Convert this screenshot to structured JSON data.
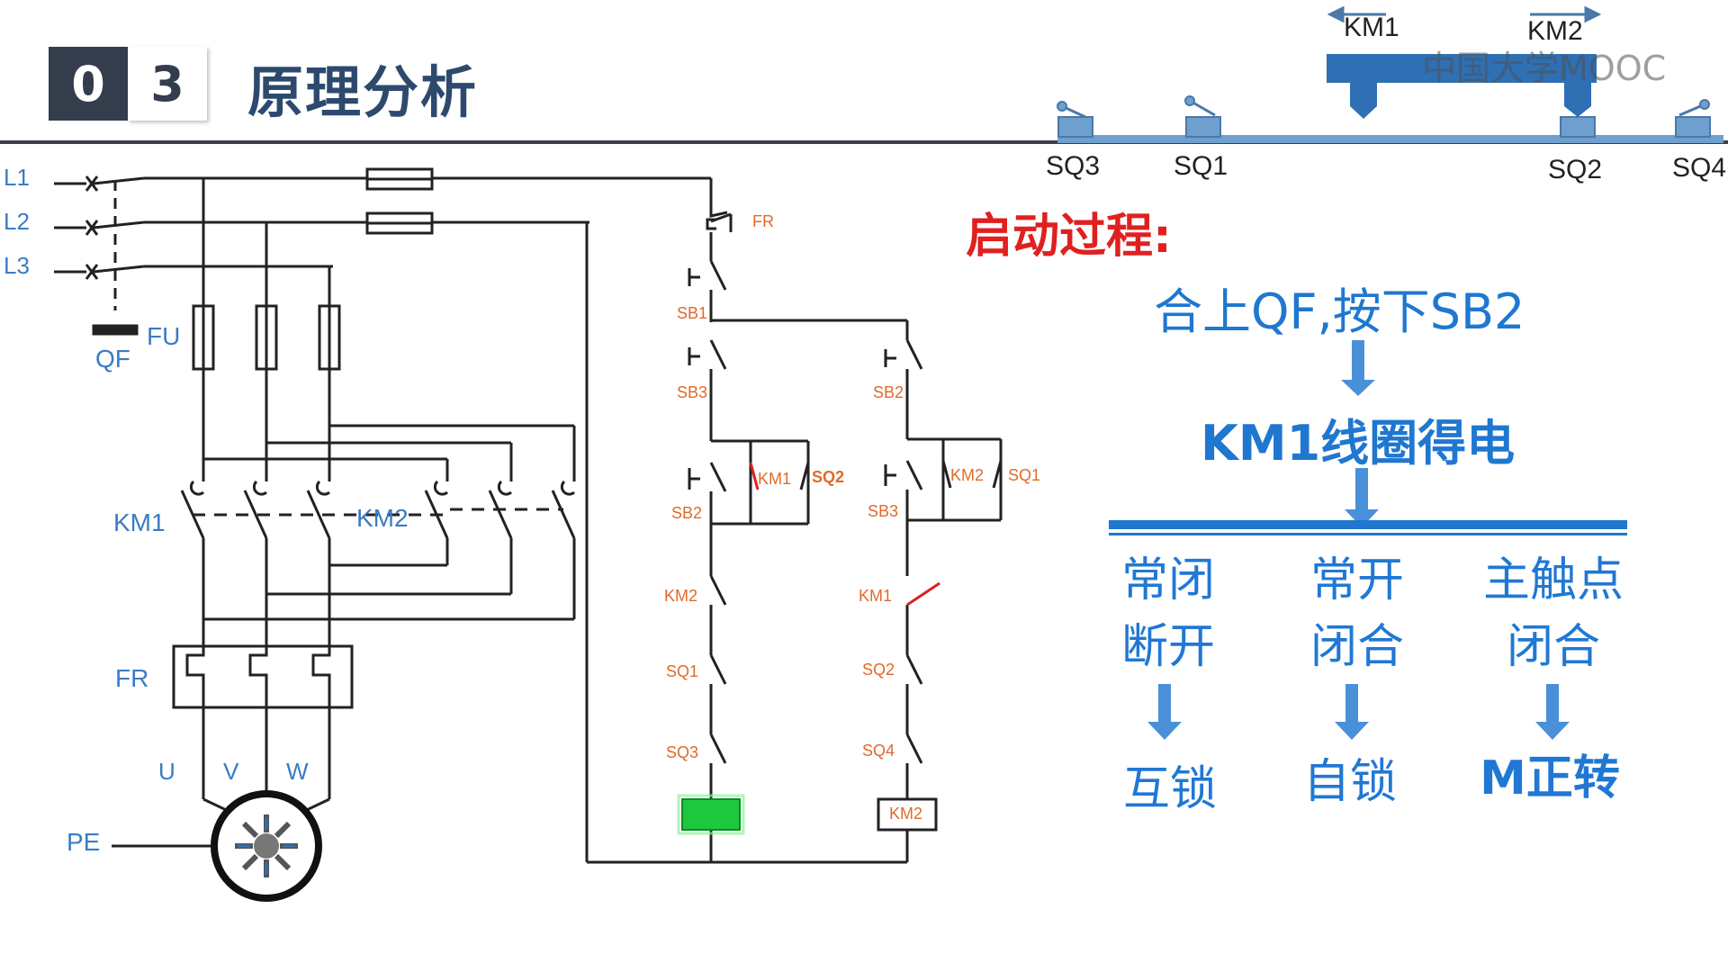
{
  "header": {
    "badge_digit_1": "0",
    "badge_digit_2": "3",
    "title": "原理分析"
  },
  "watermark": "中国大学MOOC",
  "track": {
    "km1_label": "KM1",
    "km2_label": "KM2",
    "switches": [
      "SQ3",
      "SQ1",
      "SQ2",
      "SQ4"
    ]
  },
  "main_circuit": {
    "phases": [
      "L1",
      "L2",
      "L3"
    ],
    "breaker": "QF",
    "fuse": "FU",
    "contactor_1": "KM1",
    "contactor_2": "KM2",
    "relay": "FR",
    "motor_terminals": [
      "U",
      "V",
      "W"
    ],
    "ground": "PE"
  },
  "control_circuit": {
    "fr": "FR",
    "left_branch": {
      "sb1": "SB1",
      "sb3": "SB3",
      "sb2": "SB2",
      "km1_aux": "KM1",
      "sq2_aux": "SQ2",
      "km2_nc": "KM2",
      "sq1": "SQ1",
      "sq3": "SQ3"
    },
    "right_branch": {
      "sb2": "SB2",
      "sb3": "SB3",
      "km2_aux": "KM2",
      "sq1_aux": "SQ1",
      "km1_nc": "KM1",
      "sq2": "SQ2",
      "sq4": "SQ4",
      "coil": "KM2"
    },
    "coil_active_color": "#1ec83c"
  },
  "right_panel": {
    "heading": "启动过程:",
    "step1": "合上QF,按下SB2",
    "step2": "KM1线圈得电",
    "columns": [
      {
        "line1": "常闭",
        "line2": "断开",
        "result": "互锁"
      },
      {
        "line1": "常开",
        "line2": "闭合",
        "result": "自锁"
      },
      {
        "line1": "主触点",
        "line2": "闭合",
        "result": "M正转"
      }
    ]
  },
  "colors": {
    "wire": "#222222",
    "blue_label": "#3a7cc4",
    "orange_label": "#e06a2a",
    "accent_blue": "#1f77d0",
    "heading_red": "#e02020",
    "active_contact": "#e02020"
  }
}
